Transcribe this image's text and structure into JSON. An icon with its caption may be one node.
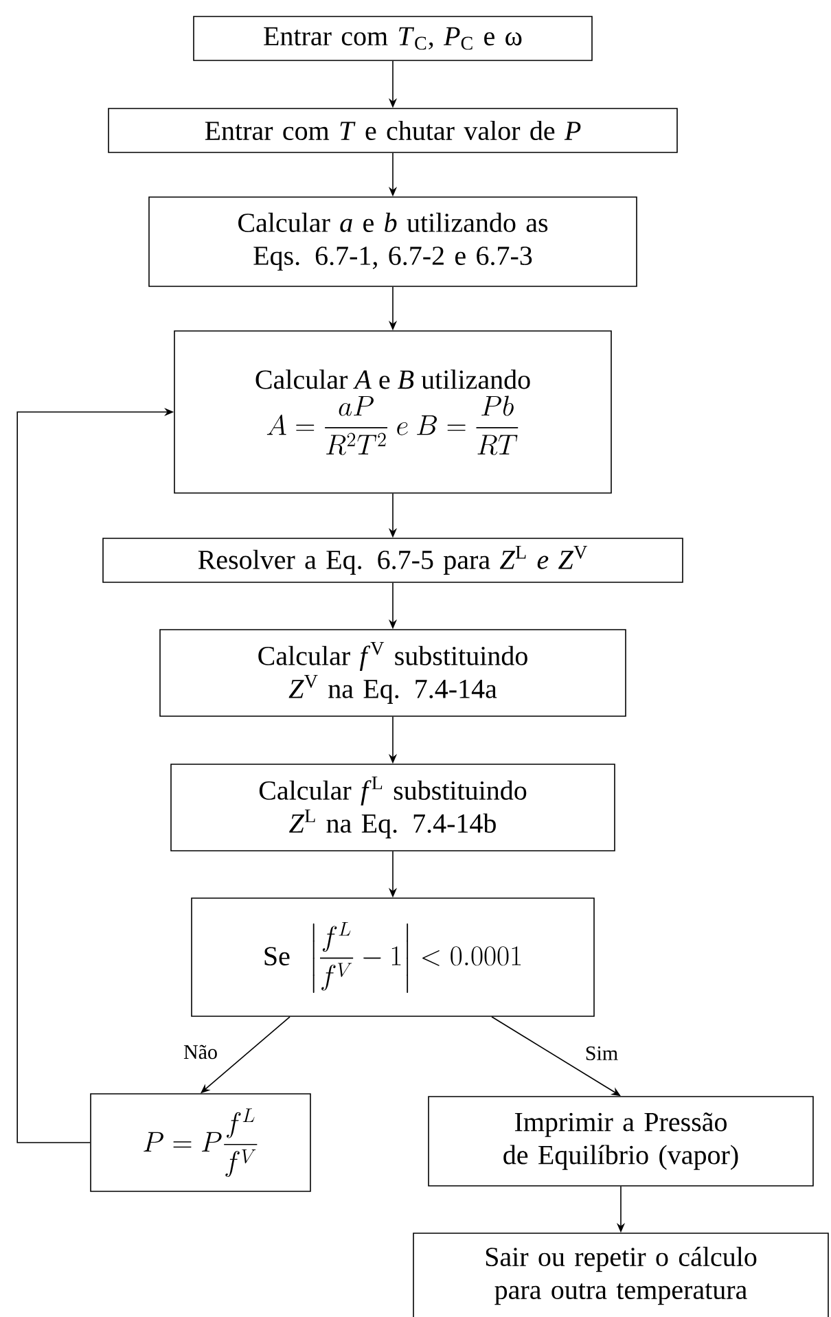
{
  "diagram": {
    "nodes": [
      {
        "text": [
          "Entrar com *T*$_{C}$, *P*$_{C}$ e ω"
        ]
      },
      {
        "text": [
          "Entrar com *T* e chutar valor de *P*"
        ]
      },
      {
        "text": [
          "Calcular *a* e *b* utilizando as Eqs. 6.7-1, 6.7-2 e 6.7-3"
        ]
      },
      {
        "text": [
          "Calcular *A* e *B* utilizando",
          "A = \\frac{aP}{R^2T^2}\\ e\\ B = \\frac{Pb}{RT}"
        ]
      },
      {
        "text": [
          "Resolver a Eq. 6.7-5 para *Z*$^{L}$ *e Z*$^{V}$"
        ]
      },
      {
        "text": [
          "Calcular *f*$^{V}$ substituindo *Z*$^{V}$ na Eq. 7.4-14a"
        ]
      },
      {
        "text": [
          "Calcular *f*$^{L}$ substituindo *Z*$^{L}$ na Eq. 7.4-14b"
        ]
      },
      {
        "text": [
          "\\text{Se}\\ \\ \\left|\\frac{f^L}{f^V}-1\\right|<0.0001"
        ]
      },
      {
        "text": [
          "P = P\\frac{f^L}{f^V}"
        ]
      },
      {
        "text": [
          "Imprimir a Pressão de Equilíbrio (vapor)"
        ]
      },
      {
        "text": [
          "Sair ou repetir o cálculo para outra temperatura"
        ]
      }
    ],
    "edges": [
      {
        "from": 0,
        "to": 1,
        "arrow": "to"
      },
      {
        "from": 1,
        "to": 2,
        "arrow": "to"
      },
      {
        "from": 2,
        "to": 3,
        "arrow": "to"
      },
      {
        "from": 3,
        "to": 4,
        "arrow": "to"
      },
      {
        "from": 4,
        "to": 5,
        "arrow": "to"
      },
      {
        "from": 5,
        "to": 6,
        "arrow": "to"
      },
      {
        "from": 6,
        "to": 7,
        "arrow": "to"
      },
      {
        "from": 7,
        "to": 8,
        "arrow": "to",
        "label": "Não"
      },
      {
        "from": 7,
        "to": 9,
        "arrow": "to",
        "label": "Sim"
      },
      {
        "from": 9,
        "to": 10,
        "arrow": "to"
      },
      {
        "from": 8,
        "to": 3,
        "arrow": "to"
      }
    ]
  }
}
